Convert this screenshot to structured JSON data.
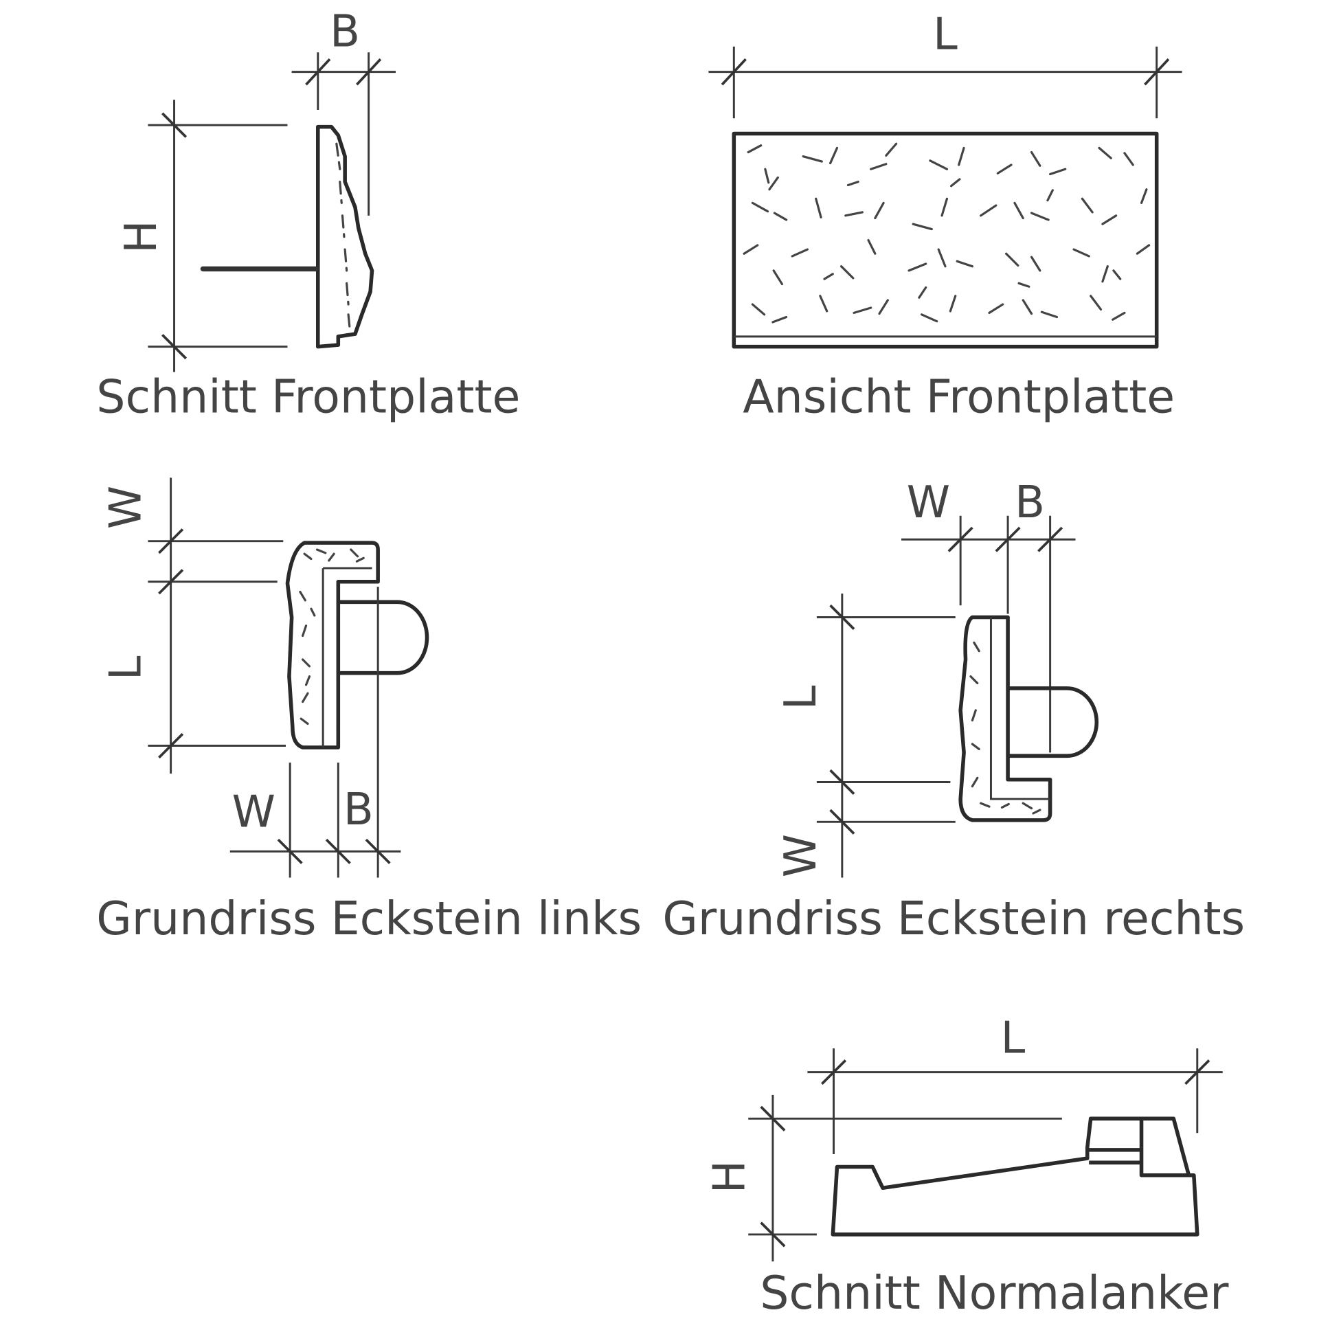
{
  "diagrams": [
    {
      "id": "schnitt-frontplatte",
      "caption": "Schnitt Frontplatte",
      "dims": {
        "top": "B",
        "left": "H"
      }
    },
    {
      "id": "ansicht-frontplatte",
      "caption": "Ansicht Frontplatte",
      "dims": {
        "top": "L"
      }
    },
    {
      "id": "grundriss-eckstein-links",
      "caption": "Grundriss Eckstein links",
      "dims": {
        "left_top": "W",
        "left_mid": "L",
        "bottom_left": "W",
        "bottom_right": "B"
      }
    },
    {
      "id": "grundriss-eckstein-rechts",
      "caption": "Grundriss Eckstein rechts",
      "dims": {
        "top_left": "W",
        "top_right": "B",
        "left_mid": "L",
        "left_bottom": "W"
      }
    },
    {
      "id": "schnitt-normalanker",
      "caption": "Schnitt Normalanker",
      "dims": {
        "top": "L",
        "left": "H"
      }
    }
  ],
  "colors": {
    "line": "#333333",
    "text": "#444444",
    "background": "#ffffff"
  }
}
